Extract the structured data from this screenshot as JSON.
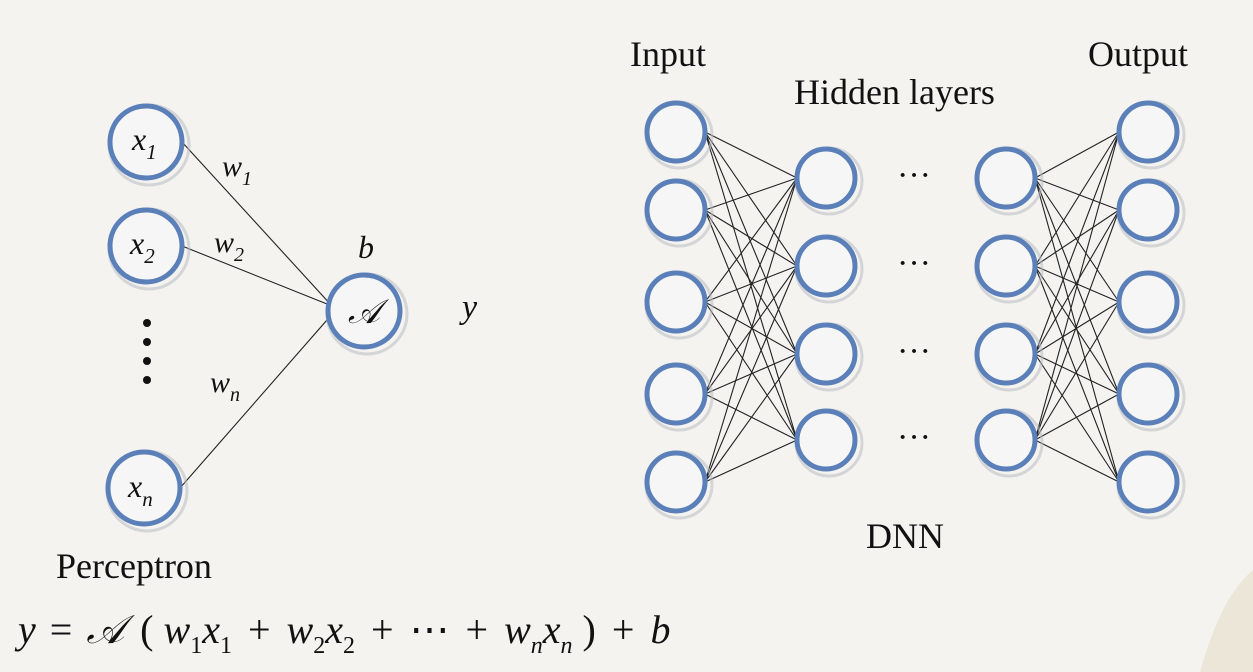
{
  "perceptron": {
    "inputs": [
      {
        "var": "x",
        "sub": "1",
        "weight_var": "w",
        "weight_sub": "1"
      },
      {
        "var": "x",
        "sub": "2",
        "weight_var": "w",
        "weight_sub": "2"
      },
      {
        "var": "x",
        "sub": "n",
        "weight_var": "w",
        "weight_sub": "n"
      }
    ],
    "bias": "b",
    "activation": "𝒜",
    "output": "y",
    "caption": "Perceptron",
    "formula": {
      "y": "y",
      "eq": "=",
      "act": "𝒜",
      "open": "(",
      "w": "w",
      "x": "x",
      "sub1": "1",
      "sub2": "2",
      "subn": "n",
      "plus": "+",
      "ellipsis": "⋯",
      "close": ")",
      "b": "b"
    }
  },
  "dnn": {
    "input_label": "Input",
    "hidden_label": "Hidden layers",
    "output_label": "Output",
    "caption": "DNN",
    "ellipsis": "···",
    "layer_sizes": [
      5,
      4,
      4,
      5
    ],
    "ellipsis_rows": 4
  },
  "colors": {
    "node_stroke": "#5b80b9",
    "edge": "#222222",
    "background": "#f4f3f0"
  }
}
